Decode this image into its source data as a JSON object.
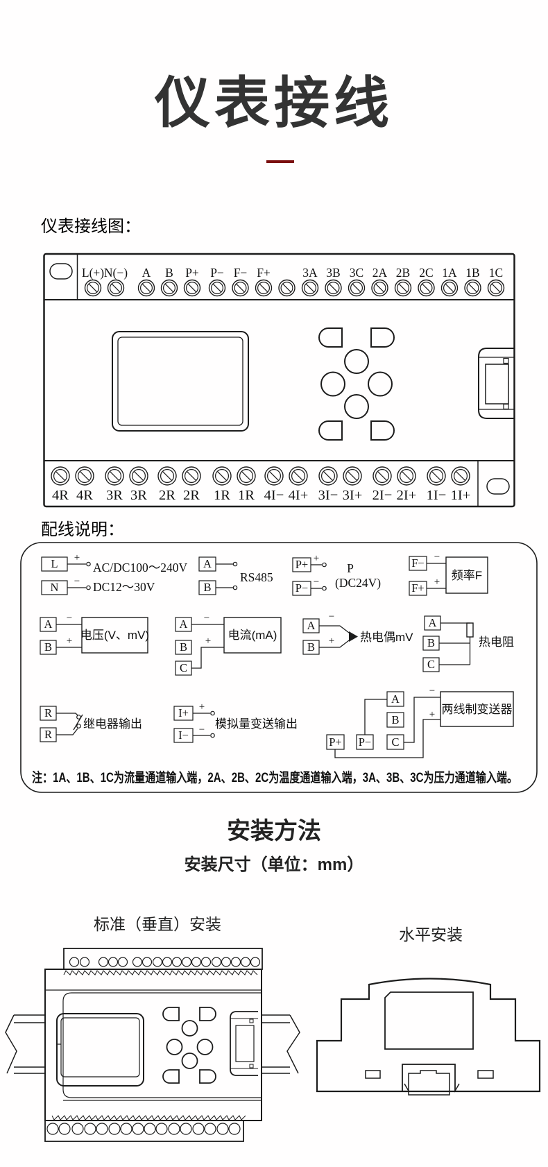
{
  "title": "仪表接线",
  "sections": {
    "diagram_label": "仪表接线图：",
    "wiring_label": "配线说明：",
    "install_title": "安装方法",
    "install_subtitle": "安装尺寸（单位：mm）",
    "vertical_install_label": "标准（垂直）安装",
    "horizontal_install_label": "水平安装"
  },
  "terminals": {
    "top": [
      "L(+)",
      "N(−)",
      "A",
      "B",
      "P+",
      "P−",
      "F−",
      "F+",
      "3A",
      "3B",
      "3C",
      "2A",
      "2B",
      "2C",
      "1A",
      "1B",
      "1C"
    ],
    "bottom": [
      "4R",
      "4R",
      "3R",
      "3R",
      "2R",
      "2R",
      "1R",
      "1R",
      "4I−",
      "4I+",
      "3I−",
      "3I+",
      "2I−",
      "2I+",
      "1I−",
      "1I+"
    ]
  },
  "wiring": {
    "plus": "+",
    "minus": "−",
    "power": {
      "a": "L",
      "b": "N",
      "desc1": "AC/DC100～240V",
      "desc2": "DC12～30V"
    },
    "rs485": {
      "a": "A",
      "b": "B",
      "label": "RS485"
    },
    "aux_power": {
      "a": "P+",
      "b": "P−",
      "label1": "P",
      "label2": "(DC24V)"
    },
    "frequency": {
      "a": "F−",
      "b": "F+",
      "label": "频率F"
    },
    "voltage": {
      "a": "A",
      "b": "B",
      "label": "电压(V、mV)"
    },
    "current": {
      "a": "A",
      "b": "B",
      "c": "C",
      "label": "电流(mA)"
    },
    "thermocouple": {
      "a": "A",
      "b": "B",
      "label": "热电偶mV"
    },
    "rtd": {
      "a": "A",
      "b": "B",
      "c": "C",
      "label": "热电阻"
    },
    "relay": {
      "a": "R",
      "b": "R",
      "label": "继电器输出"
    },
    "analog_out": {
      "a": "I+",
      "b": "I−",
      "label": "模拟量变送输出"
    },
    "transmitter": {
      "pp": "P+",
      "pm": "P−",
      "a": "A",
      "b": "B",
      "c": "C",
      "label": "两线制变送器"
    },
    "note": "注：1A、1B、1C为流量通道输入端，2A、2B、2C为温度通道输入端，3A、3B、3C为压力通道输入端。"
  }
}
